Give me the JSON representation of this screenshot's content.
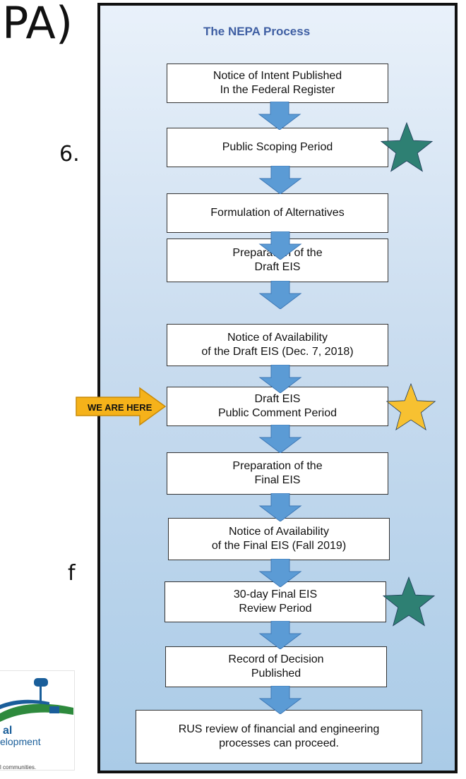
{
  "left_slide": {
    "title_fragment": "PA)",
    "text_fragment_1": "6.",
    "text_fragment_2": "f",
    "logo": {
      "text_1": "al",
      "text_2": "elopment",
      "tagline": "l communities."
    }
  },
  "process": {
    "title": "The NEPA Process",
    "steps": [
      {
        "line1": "Notice of Intent Published",
        "line2": "In the Federal Register"
      },
      {
        "line1": "Public Scoping Period",
        "line2": ""
      },
      {
        "line1": "Formulation of Alternatives",
        "line2": ""
      },
      {
        "line1": "Preparation of the",
        "line2": "Draft EIS"
      },
      {
        "line1": "Notice of Availability",
        "line2": "of the Draft EIS (Dec. 7, 2018)"
      },
      {
        "line1": "Draft EIS",
        "line2": "Public Comment Period"
      },
      {
        "line1": "Preparation of the",
        "line2": "Final EIS"
      },
      {
        "line1": "Notice of Availability",
        "line2": "of the Final EIS (Fall 2019)"
      },
      {
        "line1": "30-day Final EIS",
        "line2": "Review Period"
      },
      {
        "line1": "Record of Decision",
        "line2": "Published"
      },
      {
        "line1": "RUS review of financial and engineering",
        "line2": "processes can proceed."
      }
    ],
    "current_marker": "WE ARE HERE",
    "colors": {
      "arrow": "#5b9bd5",
      "star_completed": "#2e8073",
      "star_current": "#f7c131",
      "here_arrow": "#f5b21a"
    }
  }
}
